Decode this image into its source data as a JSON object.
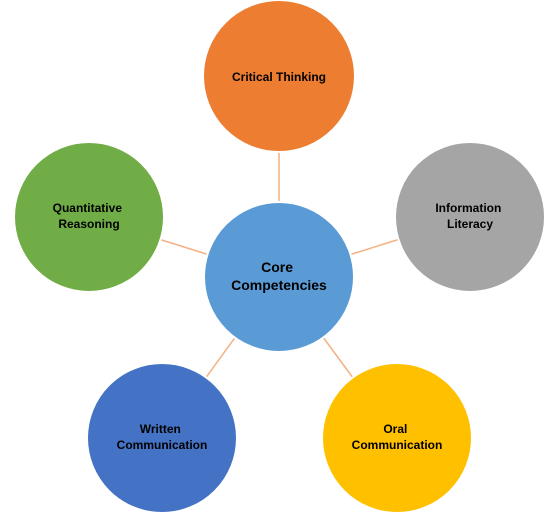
{
  "diagram": {
    "center": {
      "label_lines": [
        "Core",
        "Competencies"
      ],
      "fill": "#5b9bd5"
    },
    "nodes": [
      {
        "id": "critical-thinking",
        "label_lines": [
          "Critical Thinking"
        ],
        "fill": "#ed7d31"
      },
      {
        "id": "information-literacy",
        "label_lines": [
          "Information",
          "Literacy"
        ],
        "fill": "#a5a5a5"
      },
      {
        "id": "oral-communication",
        "label_lines": [
          "Oral",
          "Communication"
        ],
        "fill": "#ffc000"
      },
      {
        "id": "written-communication",
        "label_lines": [
          "Written",
          "Communication"
        ],
        "fill": "#4472c4"
      },
      {
        "id": "quantitative-reasoning",
        "label_lines": [
          "Quantitative",
          "Reasoning"
        ],
        "fill": "#70ad47"
      }
    ],
    "connector_color": "#f4b183",
    "node_border_color": "#ffffff"
  }
}
